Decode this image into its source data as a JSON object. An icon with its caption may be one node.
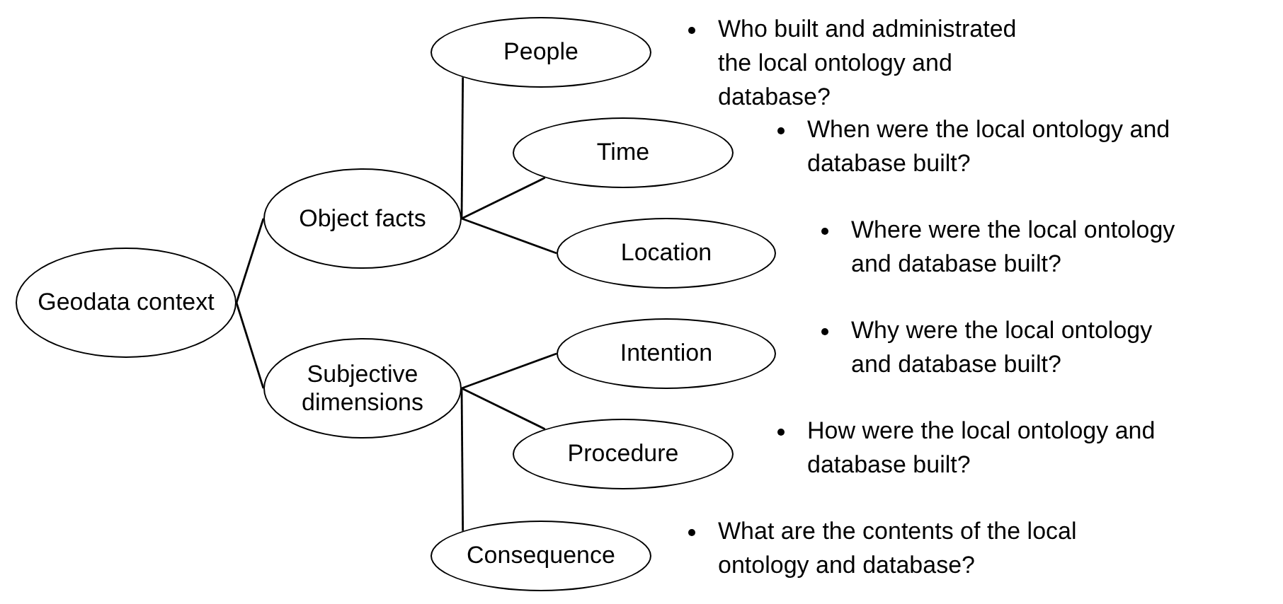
{
  "diagram": {
    "nodes": [
      {
        "text": [
          "Geodata context"
        ]
      },
      {
        "text": [
          "Object facts"
        ]
      },
      {
        "text": [
          "Subjective dimensions"
        ]
      },
      {
        "text": [
          "People"
        ],
        "beside": [
          "Who built and administrated the local ontology and database?"
        ]
      },
      {
        "text": [
          "Time"
        ],
        "beside": [
          "When were the local ontology and database built?"
        ]
      },
      {
        "text": [
          "Location"
        ],
        "beside": [
          "Where were the local ontology and database built?"
        ]
      },
      {
        "text": [
          "Intention"
        ],
        "beside": [
          "Why were the local ontology and database built?"
        ]
      },
      {
        "text": [
          "Procedure"
        ],
        "beside": [
          "How were the local ontology and database built?"
        ]
      },
      {
        "text": [
          "Consequence"
        ],
        "beside": [
          "What are the contents of the local ontology and database?"
        ]
      }
    ],
    "edges": [
      {
        "from": 0,
        "to": 1,
        "arrow": "none"
      },
      {
        "from": 0,
        "to": 2,
        "arrow": "none"
      },
      {
        "from": 1,
        "to": 3,
        "arrow": "none"
      },
      {
        "from": 1,
        "to": 4,
        "arrow": "none"
      },
      {
        "from": 1,
        "to": 5,
        "arrow": "none"
      },
      {
        "from": 2,
        "to": 6,
        "arrow": "none"
      },
      {
        "from": 2,
        "to": 7,
        "arrow": "none"
      },
      {
        "from": 2,
        "to": 8,
        "arrow": "none"
      }
    ]
  }
}
